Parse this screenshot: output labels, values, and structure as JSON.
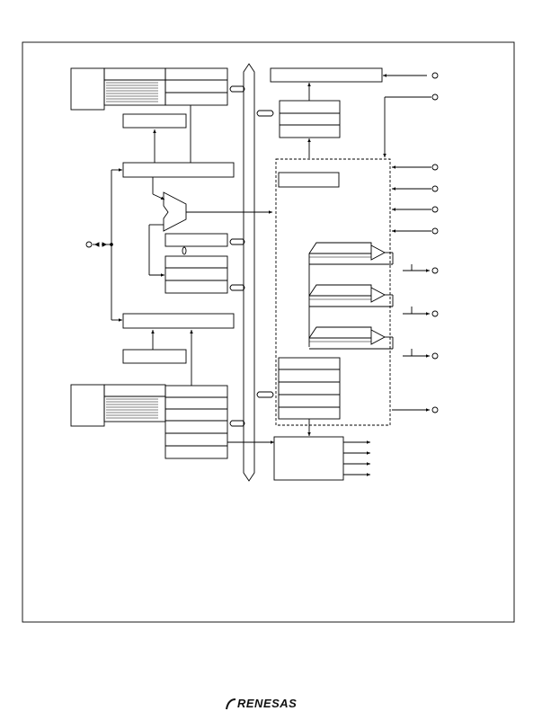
{
  "diagram": {
    "stroke_color": "#000000",
    "background": "#ffffff",
    "io_pin_count": 11,
    "output_arrow_count": 4,
    "comparator_count": 3
  },
  "footer": {
    "logo_text": "RENESAS"
  }
}
